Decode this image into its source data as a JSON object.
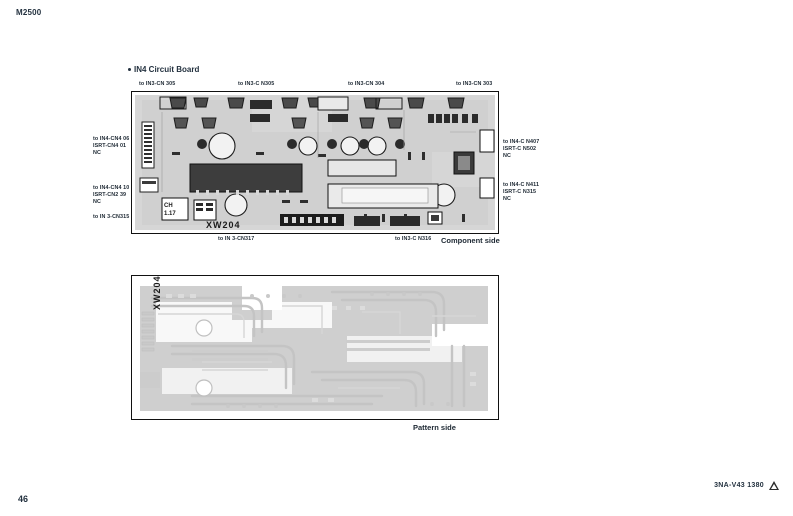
{
  "page": {
    "header_model": "M2500",
    "page_number": "46",
    "footer_code": "3NA-V43 1380"
  },
  "board_section": {
    "title": "IN4 Circuit Board",
    "component_side_label": "Component side",
    "pattern_side_label": "Pattern side",
    "silkscreen_marking": "XW204"
  },
  "connectors": {
    "top": [
      {
        "id": "top-1",
        "text": "to IN3-CN 305"
      },
      {
        "id": "top-2",
        "text": "to IN3-C N305"
      },
      {
        "id": "top-3",
        "text": "to IN3-CN 304"
      },
      {
        "id": "top-4",
        "text": "to IN3-CN 303"
      }
    ],
    "left": [
      {
        "id": "left-1",
        "lines": [
          "to IN4-CN4 06",
          "ISRT-CN4 01",
          "NC"
        ]
      },
      {
        "id": "left-2",
        "lines": [
          "to IN4-CN4 10",
          "ISRT-CN2 39",
          "NC"
        ]
      },
      {
        "id": "left-3",
        "lines": [
          "to IN 3-CN315"
        ]
      }
    ],
    "right": [
      {
        "id": "right-1",
        "lines": [
          "to IN4-C N407",
          "ISRT-C N502",
          "NC"
        ]
      },
      {
        "id": "right-2",
        "lines": [
          "to IN4-C N411",
          "ISRT-C N315",
          "NC"
        ]
      }
    ],
    "bottom": [
      {
        "id": "bot-1",
        "text": "to IN 3-CN317"
      },
      {
        "id": "bot-2",
        "text": "to IN3-C N316"
      }
    ]
  },
  "colors": {
    "ink": "#1a1a1a",
    "substrate": "#d9d9d9",
    "trace": "#c6c6c6",
    "component_fill": "#3a3a3a"
  }
}
